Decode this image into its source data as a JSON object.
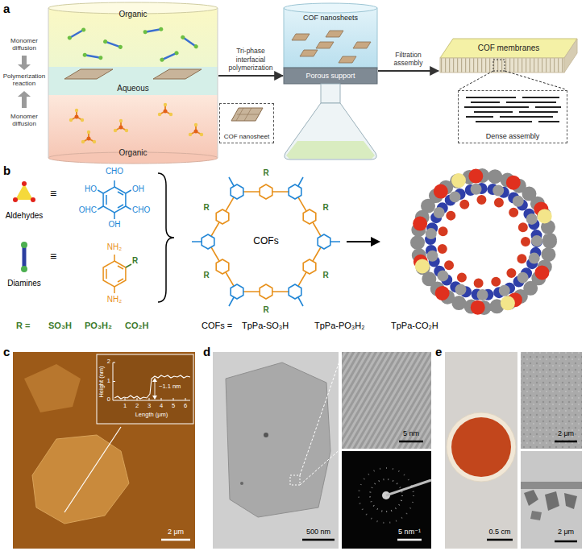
{
  "diagram": {
    "nodes": [
      {
        "text": [
          "Organic"
        ]
      },
      {
        "text": [
          "Aqueous"
        ]
      },
      {
        "text": [
          "Organic"
        ]
      },
      {
        "text": [
          "COF nanosheet"
        ]
      },
      {
        "text": [
          "COF nanosheets"
        ]
      },
      {
        "text": [
          "Porous support"
        ]
      },
      {
        "text": [
          "COF membranes"
        ]
      },
      {
        "text": [
          "Dense assembly"
        ]
      }
    ],
    "edges": [
      {
        "from": 1,
        "to": 5,
        "label": "Tri-phase interfacial polymerization",
        "arrow": "to"
      },
      {
        "from": 5,
        "to": 6,
        "label": "Filtration assembly",
        "arrow": "to"
      }
    ],
    "labels": [
      "a",
      "Monomer diffusion",
      "Polymerization reaction",
      "Monomer diffusion",
      "b",
      "Aldehydes",
      "≡",
      "Diamines",
      "≡",
      "CHO",
      "HO",
      "OH",
      "OHC",
      "CHO",
      "OH",
      "NH₂",
      "R",
      "NH₂",
      "R =",
      "SO₃H",
      "PO₃H₂",
      "CO₂H",
      "COFs",
      "R",
      "R",
      "R",
      "R",
      "R",
      "R",
      "COFs =",
      "TpPa-SO₃H",
      "TpPa-PO₃H₂",
      "TpPa-CO₂H",
      "c",
      "Height (nm)",
      "2",
      "1",
      "0",
      "1",
      "2",
      "3",
      "4",
      "5",
      "6",
      "Length (μm)",
      "~1.1 nm",
      "2 μm",
      "d",
      "500 nm",
      "5 nm",
      "5 nm⁻¹",
      "e",
      "0.5 cm",
      "2 μm",
      "2 μm"
    ]
  }
}
